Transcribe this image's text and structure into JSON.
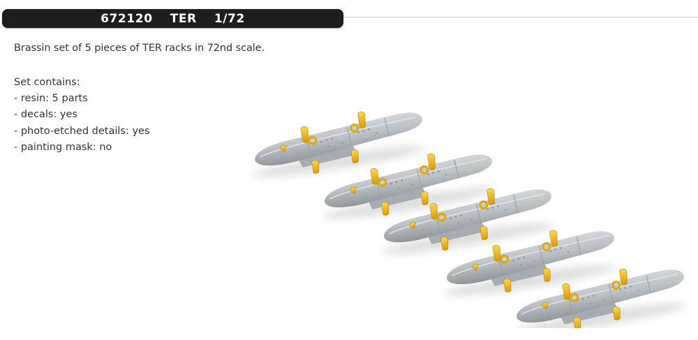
{
  "header": {
    "code": "672120",
    "name": "TER",
    "scale": "1/72",
    "title": "672120  TER  1/72"
  },
  "description": "Brassin set of 5 pieces of TER racks in 72nd scale.",
  "contents": {
    "heading": "Set contains:",
    "items": [
      "- resin: 5 parts",
      "- decals: yes",
      "- photo-etched details: yes",
      "- painting mask: no"
    ]
  },
  "render": {
    "subject": "TER rack resin parts with photo-etched details",
    "piece_count": 5,
    "colors": {
      "resin": "#b9bec2",
      "resin_shadow": "#8e9499",
      "photo_etch": "#f2b705"
    }
  },
  "colors": {
    "header_bg": "#1e1c1d",
    "header_text": "#ffffff",
    "body_text": "#333333"
  }
}
